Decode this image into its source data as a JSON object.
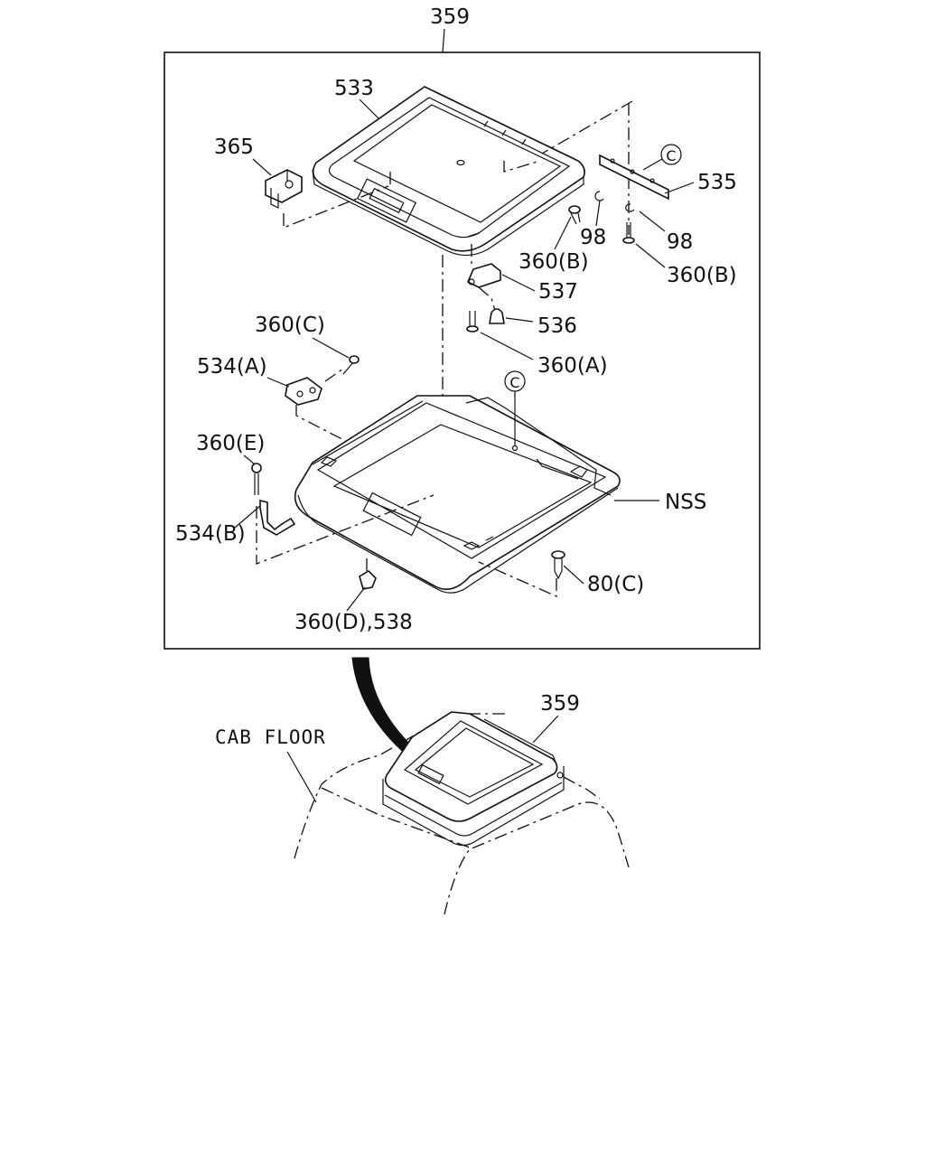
{
  "diagram": {
    "assembly_label": "359",
    "callouts": {
      "p533": "533",
      "p365": "365",
      "p535": "535",
      "p98a": "98",
      "p98b": "98",
      "p360b1": "360(B)",
      "p360b2": "360(B)",
      "p537": "537",
      "p536": "536",
      "p360a": "360(A)",
      "p360c": "360(C)",
      "p534a": "534(A)",
      "p360e": "360(E)",
      "p534b": "534(B)",
      "nss": "NSS",
      "p80c": "80(C)",
      "p360d538": "360(D),538",
      "ref_c": "C"
    },
    "inset": {
      "assembly_label": "359",
      "cab_floor_label": "CAB FLOOR"
    }
  }
}
